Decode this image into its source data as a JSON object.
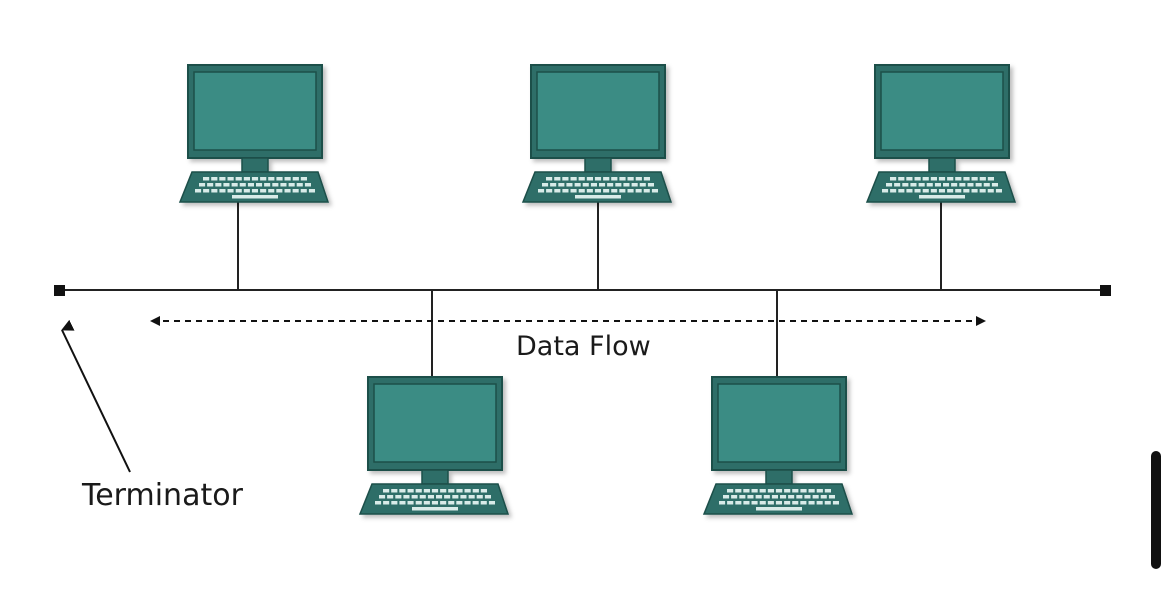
{
  "diagram": {
    "labels": {
      "data_flow": "Data Flow",
      "terminator": "Terminator"
    },
    "nodes": [
      {
        "id": "computer-1",
        "position": "top",
        "icon": "desktop-computer-icon"
      },
      {
        "id": "computer-2",
        "position": "top",
        "icon": "desktop-computer-icon"
      },
      {
        "id": "computer-3",
        "position": "top",
        "icon": "desktop-computer-icon"
      },
      {
        "id": "computer-4",
        "position": "bottom",
        "icon": "desktop-computer-icon"
      },
      {
        "id": "computer-5",
        "position": "bottom",
        "icon": "desktop-computer-icon"
      }
    ],
    "colors": {
      "monitor": "#2e6e68",
      "screen": "#3a8c84",
      "outline": "#1d4f4a",
      "keys": "#d8ebe8",
      "line": "#222222"
    }
  }
}
